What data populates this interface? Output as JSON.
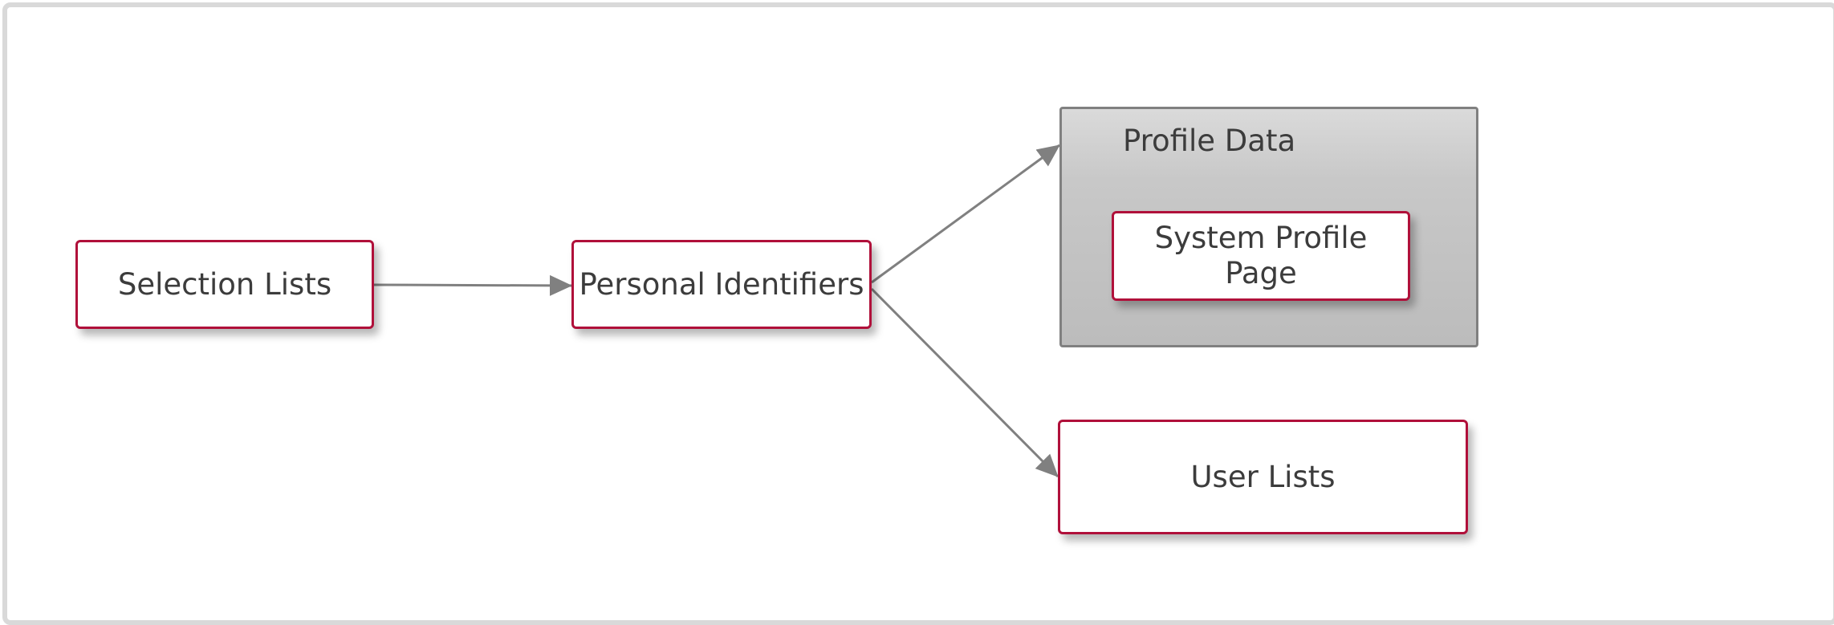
{
  "diagram": {
    "nodes": {
      "selection_lists": "Selection Lists",
      "personal_identifiers": "Personal Identifiers",
      "profile_data": "Profile Data",
      "system_profile_page": "System Profile Page",
      "user_lists": "User Lists"
    },
    "edges": [
      {
        "from": "Selection Lists",
        "to": "Personal Identifiers"
      },
      {
        "from": "Personal Identifiers",
        "to": "Profile Data"
      },
      {
        "from": "Personal Identifiers",
        "to": "User Lists"
      }
    ],
    "colors": {
      "node_border": "#b0103a",
      "edge": "#808080",
      "group_fill": "#c4c4c4",
      "frame": "#d9d9d9"
    }
  }
}
